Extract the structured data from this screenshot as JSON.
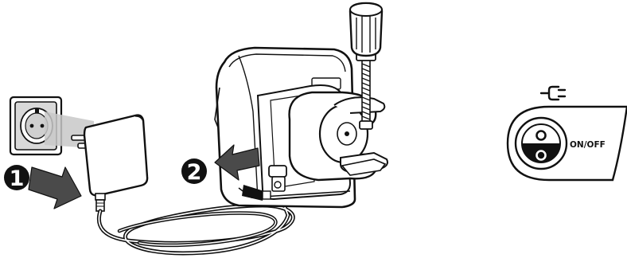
{
  "steps": [
    {
      "number": "1"
    },
    {
      "number": "2"
    }
  ],
  "panel": {
    "icon": "power-plug-icon",
    "switch_label": "ON/OFF"
  },
  "colors": {
    "ink": "#111111",
    "shade": "#c8c8c8",
    "panel_shade": "#9a9a9a"
  }
}
